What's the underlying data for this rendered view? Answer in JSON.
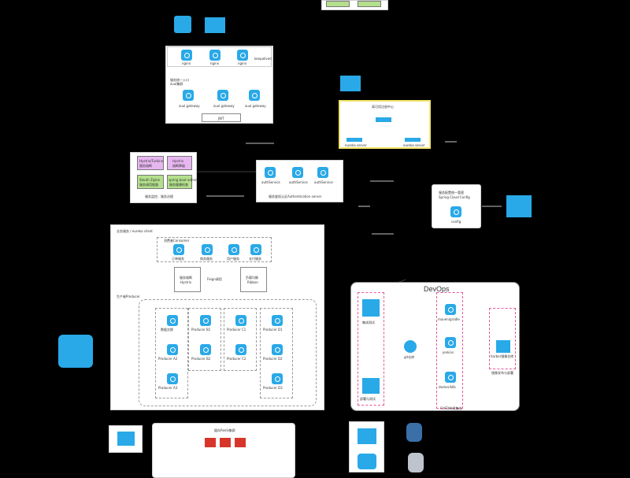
{
  "top_cluster": {
    "nginx_label": "nginx",
    "keepalived_label": "keepalived",
    "cluster_title_line1": "服务统一入口",
    "cluster_title_line2": "zuul集群",
    "gateway_label": "zuul gateway",
    "jwt_label": "JWT"
  },
  "registry": {
    "title": "高可用注册中心",
    "server_label": "eureka server"
  },
  "monitor": {
    "t1": "Hystrix/Turbine",
    "t1b": "服务熔断",
    "t2": "Hystrix",
    "t2b": "熔断降级",
    "t3": "Sleuth Zipkin",
    "t3b": "服务调用链路",
    "t4": "spring boot admin",
    "t4b": "服务健康检查",
    "caption": "服务监控、服务治理"
  },
  "auth": {
    "node_label": "authService",
    "caption": "服务鉴权认证Authentication server"
  },
  "config": {
    "title_line1": "服务配置统一管理",
    "title_line2": "Spring Cloud Config",
    "node_label": "config"
  },
  "business": {
    "title": "业务服务 / eureka client",
    "consumer_title": "消费者Consumer",
    "consumers": [
      "订单服务",
      "商务服务",
      "用户服务",
      "支付服务"
    ],
    "mq_line1": "服务熔断",
    "mq_line2": "Hystrix",
    "mid_label": "Feign调用",
    "balance_line1": "负载均衡",
    "balance_line2": "Ribbon",
    "producer_title": "生产者Producer",
    "producers": [
      "数据交换",
      "Producer B1",
      "Producer C1",
      "Producer D1",
      "Producer A2",
      "Producer B2",
      "Producer C2",
      "Producer D2",
      "Producer A3",
      "Producer D3"
    ]
  },
  "devops": {
    "title": "DevOps",
    "left_top": "集成测试",
    "left_bottom": "部署与测试",
    "git_label": "git仓库",
    "jenkins": [
      "maven/gradle",
      "jenkins",
      "docker/k8s"
    ],
    "ci_label": "CI/CD持续集成",
    "registry_label": "harbor镜像仓库",
    "deploy_label": "镜像发布与部署"
  },
  "bottom": {
    "redis_title": "缓存Redis集群"
  },
  "colors": {
    "accent_blue": "#29a9e8",
    "pink_dash": "#e8579c",
    "yellow_border": "#f3e46a",
    "redis_red": "#d8352a"
  }
}
